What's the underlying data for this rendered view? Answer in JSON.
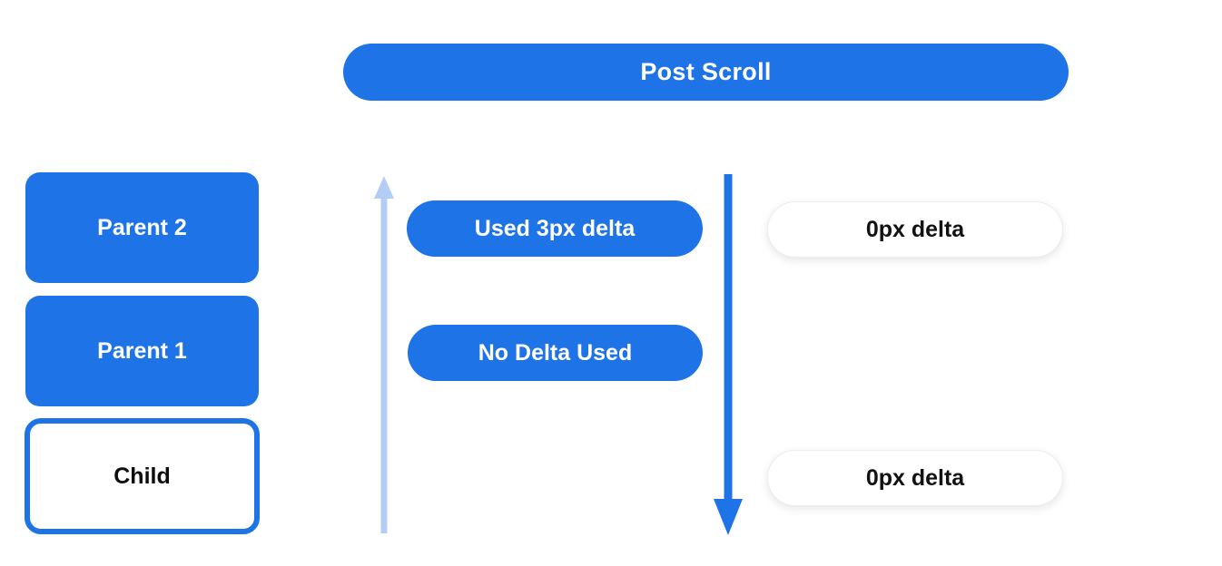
{
  "colors": {
    "primary_blue": "#1e73e7",
    "light_blue_arrow": "#b4cdf4",
    "white_pill_bg": "#ffffff",
    "white_pill_border": "#ececec",
    "dark_text": "#0d0d0d",
    "white_text": "#ffffff"
  },
  "header": {
    "title": "Post Scroll"
  },
  "scroll_chain": {
    "nodes": [
      {
        "label": "Parent 2",
        "variant": "filled"
      },
      {
        "label": "Parent 1",
        "variant": "filled"
      },
      {
        "label": "Child",
        "variant": "outlined"
      }
    ]
  },
  "arrows": {
    "up_arrow_icon": "arrow-up",
    "down_arrow_icon": "arrow-down"
  },
  "delta_labels": {
    "used_delta": "Used 3px delta",
    "no_delta": "No Delta Used",
    "zero_delta_top": "0px delta",
    "zero_delta_bottom": "0px delta"
  }
}
